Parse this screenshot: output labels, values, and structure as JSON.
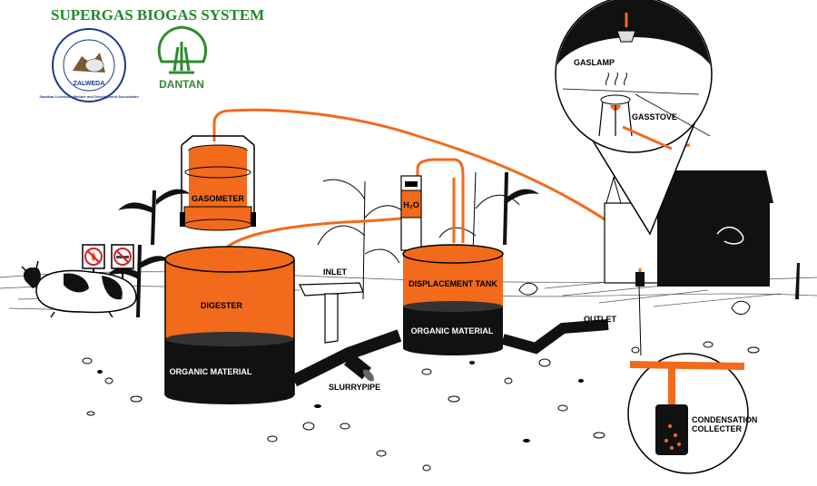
{
  "title": "SUPERGAS BIOGAS SYSTEM",
  "logos": {
    "zalweda_ring": "Zanzibar Livestock Welfare and Development Association",
    "zalweda_name": "ZALWEDA",
    "dantan_name": "DANTAN"
  },
  "labels": {
    "gasometer": "GASOMETER",
    "digester": "DIGESTER",
    "digester_material": "ORGANIC MATERIAL",
    "inlet": "INLET",
    "slurrypipe": "SLURRYPIPE",
    "displacement_tank": "DISPLACEMENT TANK",
    "tank_material": "ORGANIC MATERIAL",
    "outlet": "OUTLET",
    "h2o": "H₂O",
    "gaslamp": "GASLAMP",
    "gasstove": "GASSTOVE",
    "condensation_line1": "CONDENSATION",
    "condensation_line2": "COLLECTER"
  },
  "colors": {
    "orange": "#f26a1b",
    "black": "#111111",
    "title_green": "#1f8a2b",
    "logo_green": "#2e8b2e",
    "logo_blue": "#1a3a8c"
  },
  "icons": [
    "no-fire-icon",
    "no-smoking-icon",
    "cow-icon",
    "house-icon",
    "tree-icon"
  ]
}
